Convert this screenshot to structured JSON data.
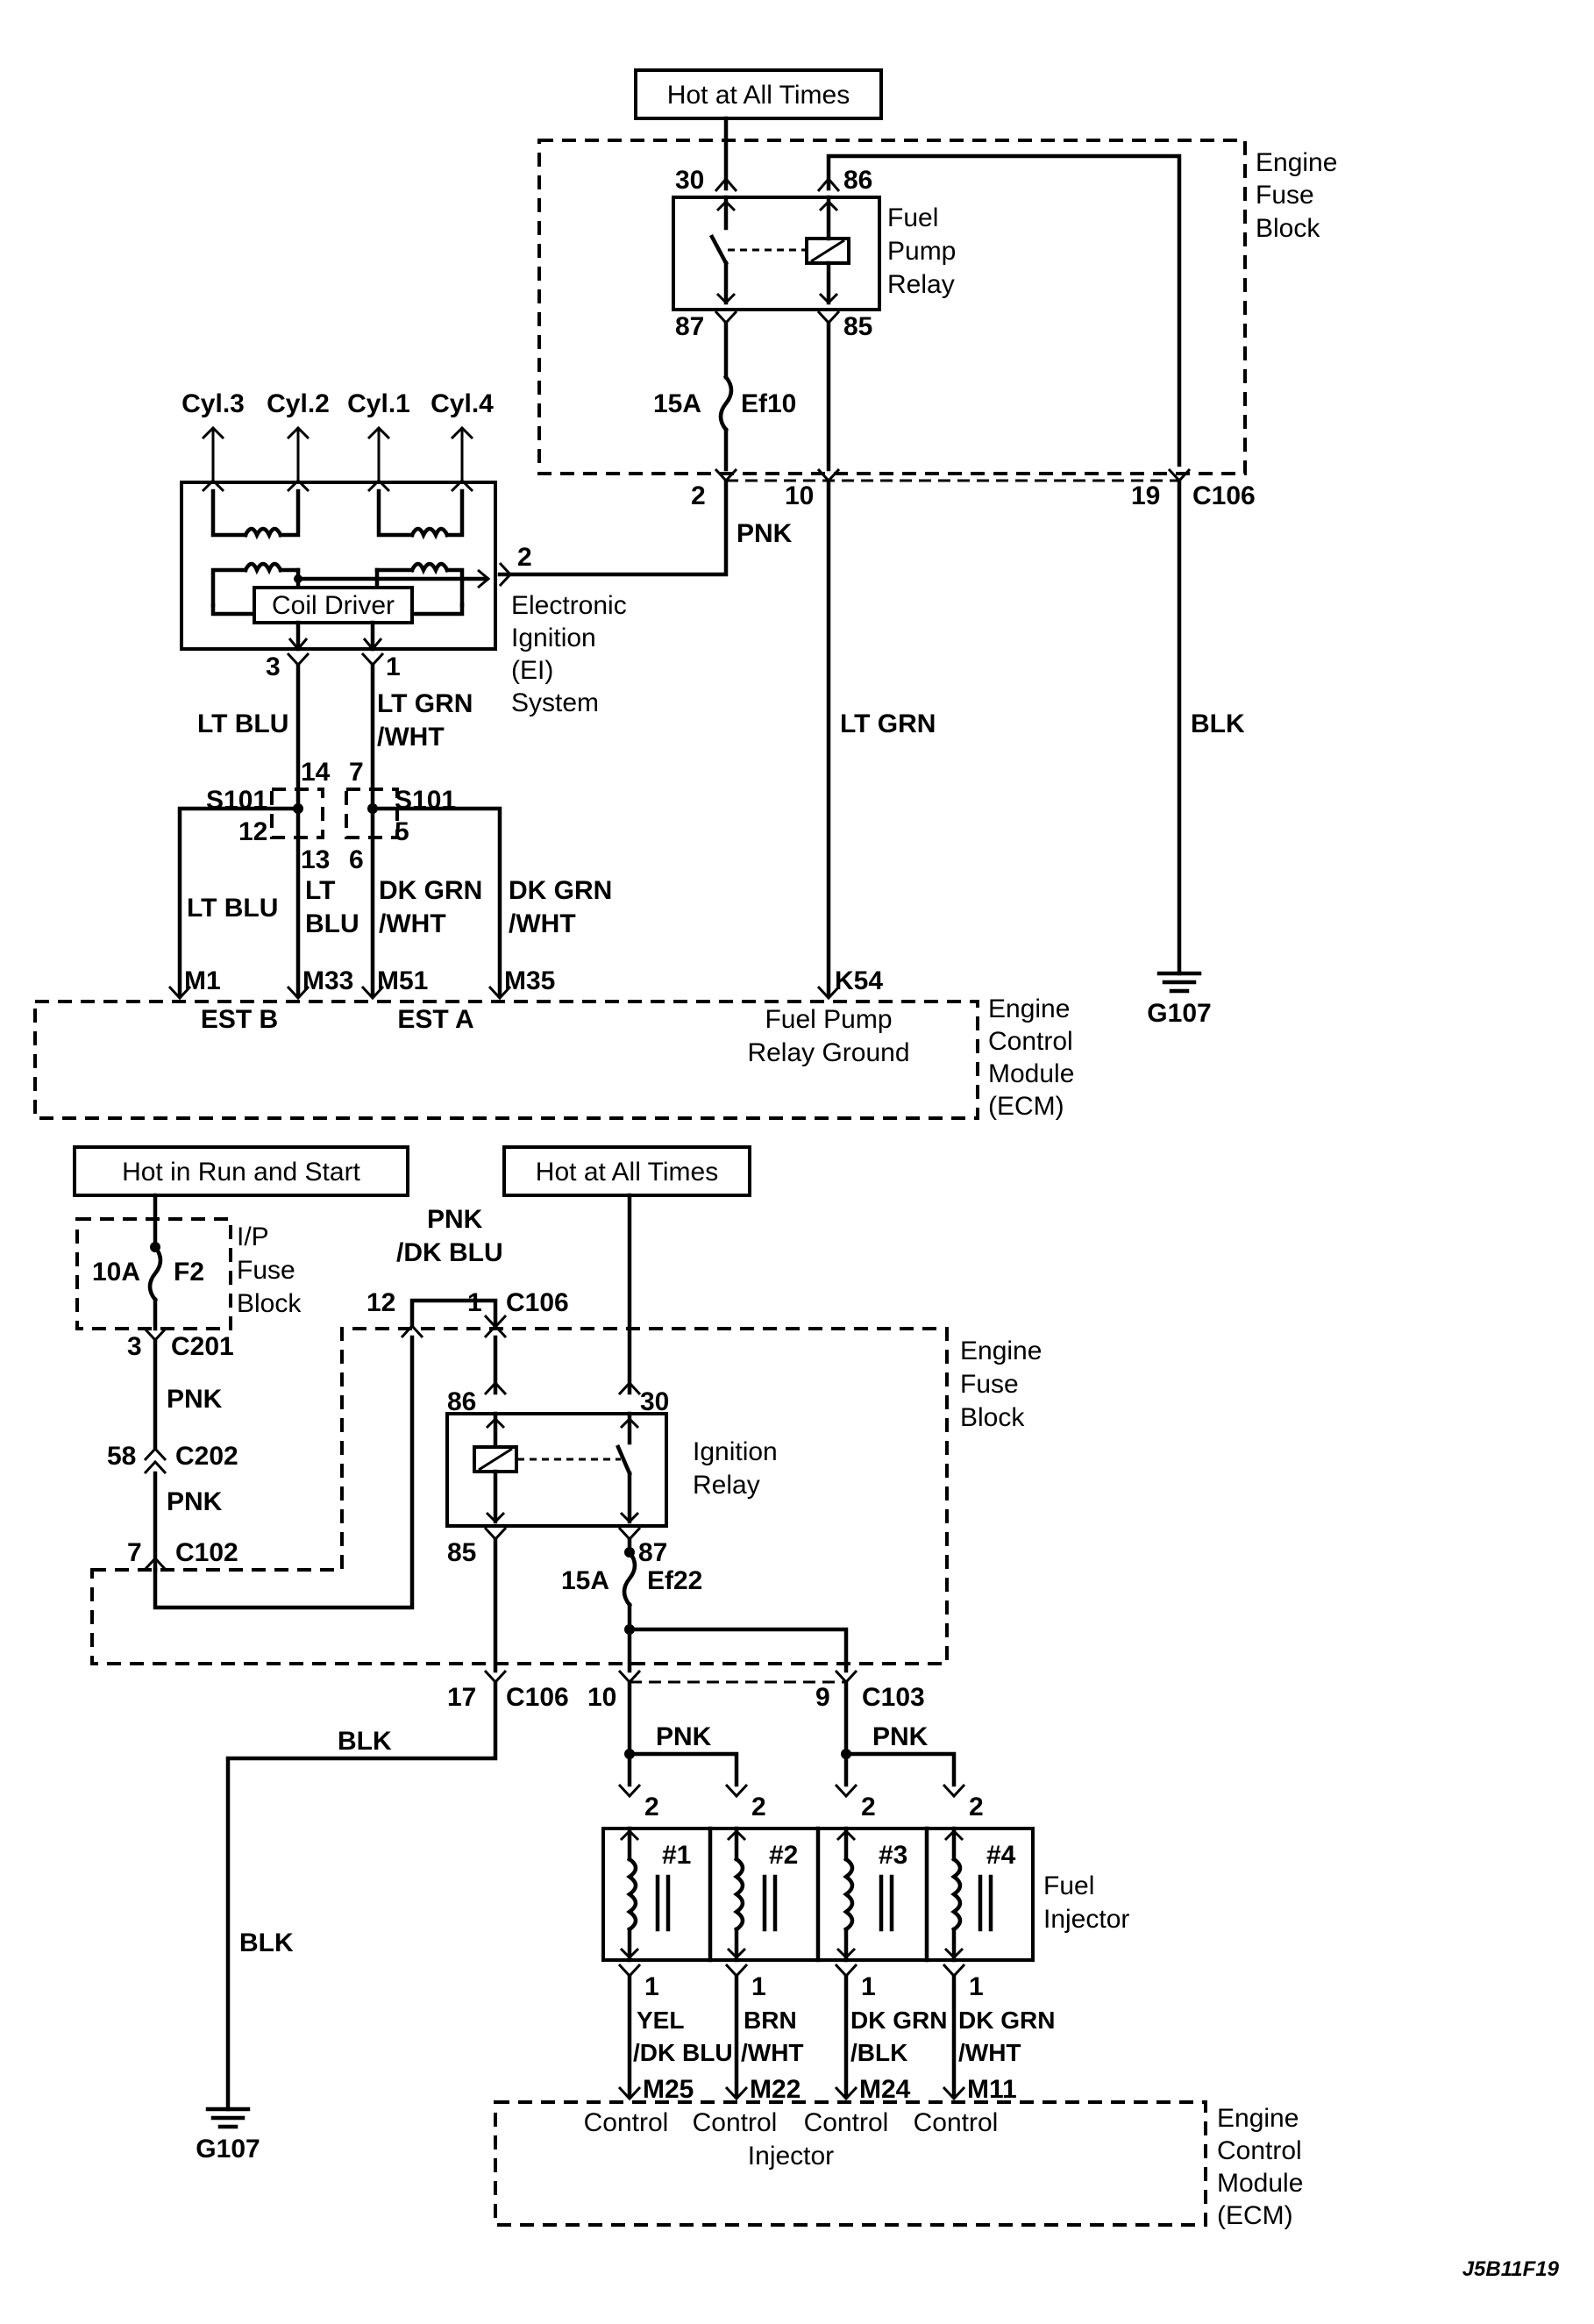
{
  "diagram_id": "J5B11F19",
  "top": {
    "power_source": "Hot at All Times",
    "fuse_block": [
      "Engine",
      "Fuse",
      "Block"
    ],
    "relay": [
      "Fuel",
      "Pump",
      "Relay"
    ],
    "relay_pins": {
      "p30": "30",
      "p86": "86",
      "p87": "87",
      "p85": "85"
    },
    "fuse_rating": "15A",
    "fuse_name": "Ef10",
    "connector": {
      "pin2": "2",
      "pin10": "10",
      "pin19": "19",
      "name": "C106"
    },
    "wire_pnk": "PNK",
    "wire_ltgrn": "LT GRN",
    "wire_blk": "BLK",
    "ground": "G107",
    "cylinders": [
      "Cyl.3",
      "Cyl.2",
      "Cyl.1",
      "Cyl.4"
    ],
    "coil_driver": "Coil Driver",
    "ei_pin2": "2",
    "ei_label": [
      "Electronic",
      "Ignition",
      "(EI)",
      "System"
    ],
    "ei_pin3": "3",
    "ei_pin1": "1",
    "wire_ltblu": "LT BLU",
    "wire_ltgrnwht": [
      "LT GRN",
      "/WHT"
    ],
    "splice_left": {
      "name": "S101",
      "p14": "14",
      "p12": "12",
      "p13": "13"
    },
    "splice_right": {
      "name": "S101",
      "p7": "7",
      "p5": "5",
      "p6": "6"
    },
    "wire_m1": "LT BLU",
    "wire_m33": [
      "LT",
      "BLU"
    ],
    "wire_m51": [
      "DK GRN",
      "/WHT"
    ],
    "wire_m35": [
      "DK GRN",
      "/WHT"
    ],
    "ecm_pins": [
      "M1",
      "M33",
      "M51",
      "M35",
      "K54"
    ],
    "est_b": "EST B",
    "est_a": "EST A",
    "fp_ground": [
      "Fuel Pump",
      "Relay Ground"
    ],
    "ecm_label": [
      "Engine",
      "Control",
      "Module",
      "(ECM)"
    ]
  },
  "bottom": {
    "power_run_start": "Hot in Run and Start",
    "power_all_times": "Hot at All Times",
    "ip_fuse_block": [
      "I/P",
      "Fuse",
      "Block"
    ],
    "fuse_f2_rating": "10A",
    "fuse_f2_name": "F2",
    "c201_pin": "3",
    "c201": "C201",
    "wire_pnk": "PNK",
    "c202_pin": "58",
    "c202": "C202",
    "c102_pin": "7",
    "c102": "C102",
    "pnk_dkblu": [
      "PNK",
      "/DK BLU"
    ],
    "c106_p12": "12",
    "c106_p1": "1",
    "c106": "C106",
    "fuse_block": [
      "Engine",
      "Fuse",
      "Block"
    ],
    "relay_pins": {
      "p86": "86",
      "p30": "30",
      "p85": "85",
      "p87": "87"
    },
    "relay": [
      "Ignition",
      "Relay"
    ],
    "fuse_rating": "15A",
    "fuse_name": "Ef22",
    "c106_p17": "17",
    "c106_p10": "10",
    "c103_p9": "9",
    "c103": "C103",
    "wire_blk": "BLK",
    "ground": "G107",
    "injector_pin2": "2",
    "injector_pin1": "1",
    "injectors": [
      "#1",
      "#2",
      "#3",
      "#4"
    ],
    "fuel_injector": [
      "Fuel",
      "Injector"
    ],
    "inj_wires": [
      [
        "YEL",
        "/DK BLU"
      ],
      [
        "BRN",
        "/WHT"
      ],
      [
        "DK GRN",
        "/BLK"
      ],
      [
        "DK GRN",
        "/WHT"
      ]
    ],
    "ecm_pins": [
      "M25",
      "M22",
      "M24",
      "M11"
    ],
    "control": "Control",
    "injector": "Injector",
    "ecm_label": [
      "Engine",
      "Control",
      "Module",
      "(ECM)"
    ]
  }
}
